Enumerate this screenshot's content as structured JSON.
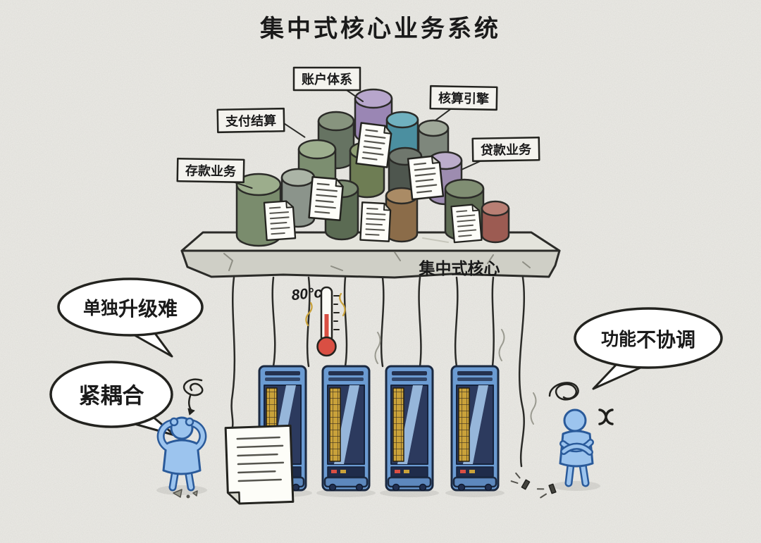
{
  "title": "集中式核心业务系统",
  "modules": {
    "payment": "支付结算",
    "account": "账户体系",
    "ledger": "核算引擎",
    "loan": "贷款业务",
    "deposit": "存款业务"
  },
  "platform_label": "集中式核心",
  "thermometer_reading": "80°c",
  "bubbles": {
    "upgrade_prefix": "单独",
    "upgrade_emphasis": "升级难",
    "coupling": "紧耦合",
    "coordination_prefix": "功能",
    "coordination_emphasis": "不协调"
  },
  "colors": {
    "background": "#edece7",
    "ink": "#1a1a1a",
    "bubble_fill": "#ffffff",
    "platform_top": "#e4e4dc",
    "platform_front": "#cfcfc6",
    "server_blue": "#6b9bd2",
    "panel_navy": "#2c3a5e",
    "vent_gold": "#caa23a",
    "thermometer_red": "#d94f43",
    "person_blue": "#9cc4ee",
    "cylinder_palette": [
      "#9a86b4",
      "#667362",
      "#4b8fa0",
      "#7e877c",
      "#7c8e70",
      "#6e7d54",
      "#4e564e",
      "#9d8cb0",
      "#7a8c6d",
      "#8b948b",
      "#5b6b53",
      "#8b6c49",
      "#5f6d54",
      "#9c5b52"
    ]
  }
}
